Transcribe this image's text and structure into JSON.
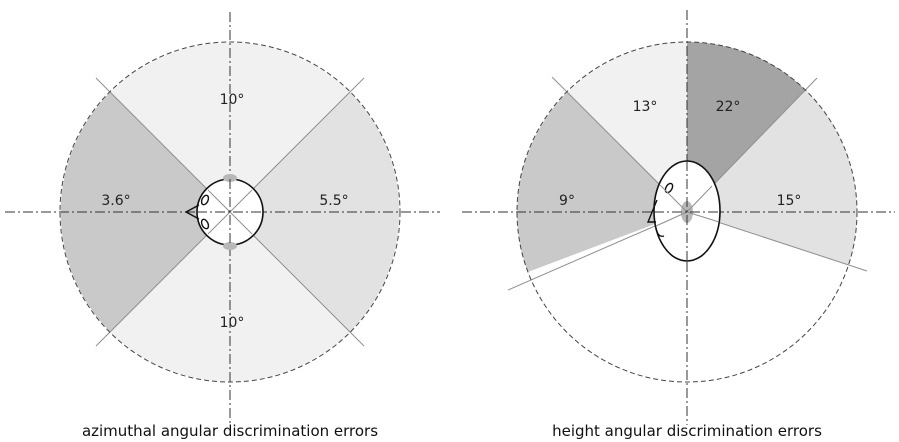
{
  "colors": {
    "light": "#f1f1f1",
    "medium": "#e2e2e2",
    "dark": "#c9c9c9",
    "darkest": "#a4a4a4",
    "line": "#8f8f8f",
    "dash": "#444444",
    "ink": "#111111"
  },
  "azimuthal": {
    "caption": "azimuthal angular discrimination errors",
    "sectors": [
      {
        "direction": "front",
        "label": "3.6°",
        "shade": "dark"
      },
      {
        "direction": "top",
        "label": "10°",
        "shade": "light"
      },
      {
        "direction": "back",
        "label": "5.5°",
        "shade": "medium"
      },
      {
        "direction": "bottom",
        "label": "10°",
        "shade": "light"
      }
    ]
  },
  "height": {
    "caption": "height angular discrimination errors",
    "sectors": [
      {
        "direction": "front",
        "label": "9°",
        "shade": "dark"
      },
      {
        "direction": "upper-front",
        "label": "13°",
        "shade": "light"
      },
      {
        "direction": "upper-back",
        "label": "22°",
        "shade": "darkest"
      },
      {
        "direction": "back",
        "label": "15°",
        "shade": "medium"
      }
    ]
  }
}
